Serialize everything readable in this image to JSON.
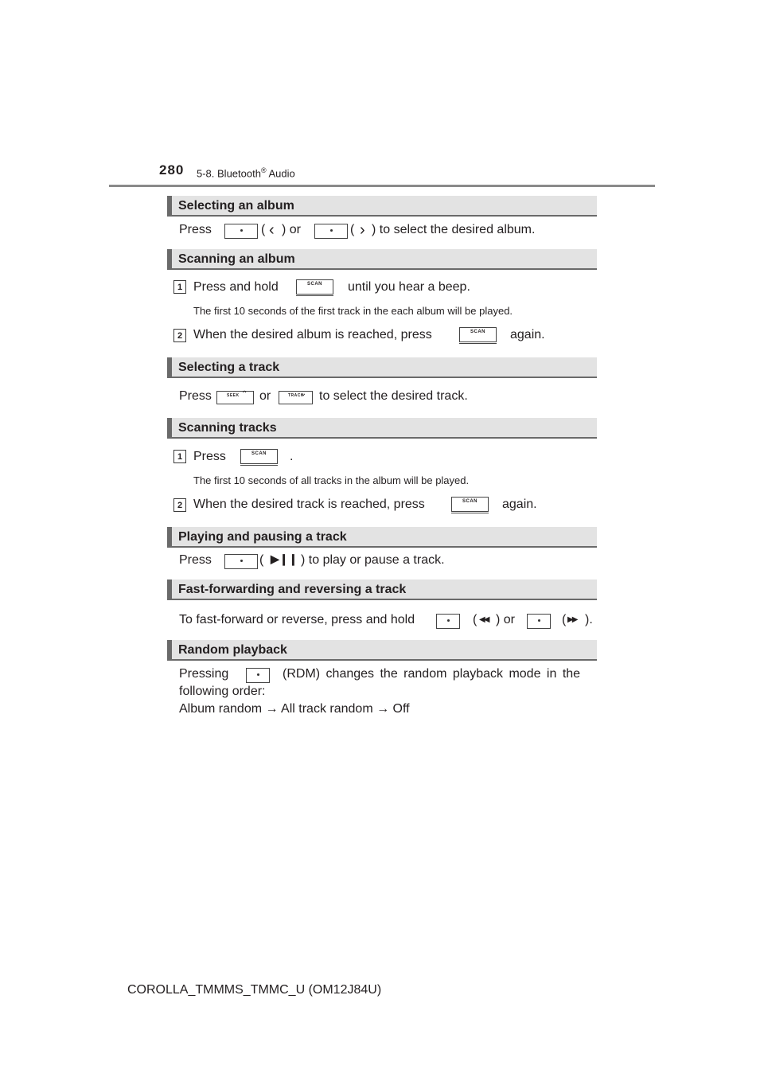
{
  "header": {
    "page_number": "280",
    "chapter": "5-8. Bluetooth",
    "chapter_mark": "®",
    "chapter_suffix": " Audio"
  },
  "sections": {
    "select_album": {
      "title": "Selecting an album",
      "text_a": "Press",
      "text_b": "(",
      "text_c": ") or",
      "text_d": "(",
      "text_e": ") to select the desired album."
    },
    "scan_album": {
      "title": "Scanning an album",
      "step1_num": "1",
      "step1_a": "Press and hold",
      "step1_b": "until you hear a beep.",
      "step1_note": "The first 10 seconds of the first track in the each album will be played.",
      "step2_num": "2",
      "step2_a": "When the desired album is reached, press",
      "step2_b": "again."
    },
    "select_track": {
      "title": "Selecting a track",
      "text_a": "Press",
      "text_b": "or",
      "text_c": "to select the desired track."
    },
    "scan_tracks": {
      "title": "Scanning tracks",
      "step1_num": "1",
      "step1_a": "Press",
      "step1_b": ".",
      "step1_note": "The first 10 seconds of all tracks in the album will be played.",
      "step2_num": "2",
      "step2_a": "When the desired track is reached, press",
      "step2_b": "again."
    },
    "play_pause": {
      "title": "Playing and pausing a track",
      "text_a": "Press",
      "text_b": "(",
      "text_c": ") to play or pause a track."
    },
    "ff_rew": {
      "title": "Fast-forwarding and reversing a track",
      "text_a": "To fast-forward or reverse, press and hold",
      "text_b": "(",
      "text_c": ") or",
      "text_d": "(",
      "text_e": ")."
    },
    "random": {
      "title": "Random playback",
      "line1_a": "Pressing",
      "line1_b": "(RDM) changes the random playback mode in the",
      "line2": "following order:",
      "line3": "Album random → All track random → Off"
    }
  },
  "keys": {
    "scan": "SCAN",
    "seek": "SEEK",
    "track": "TRACK"
  },
  "icons": {
    "left_chevron": "‹",
    "right_chevron": "›",
    "play_pause": "▶❙❙",
    "rewind": "◀◀",
    "fast_forward": "▶▶",
    "seek_up": "⌃",
    "track_down": "⌄"
  },
  "footer": {
    "doc_id": "COROLLA_TMMMS_TMMC_U (OM12J84U)"
  }
}
